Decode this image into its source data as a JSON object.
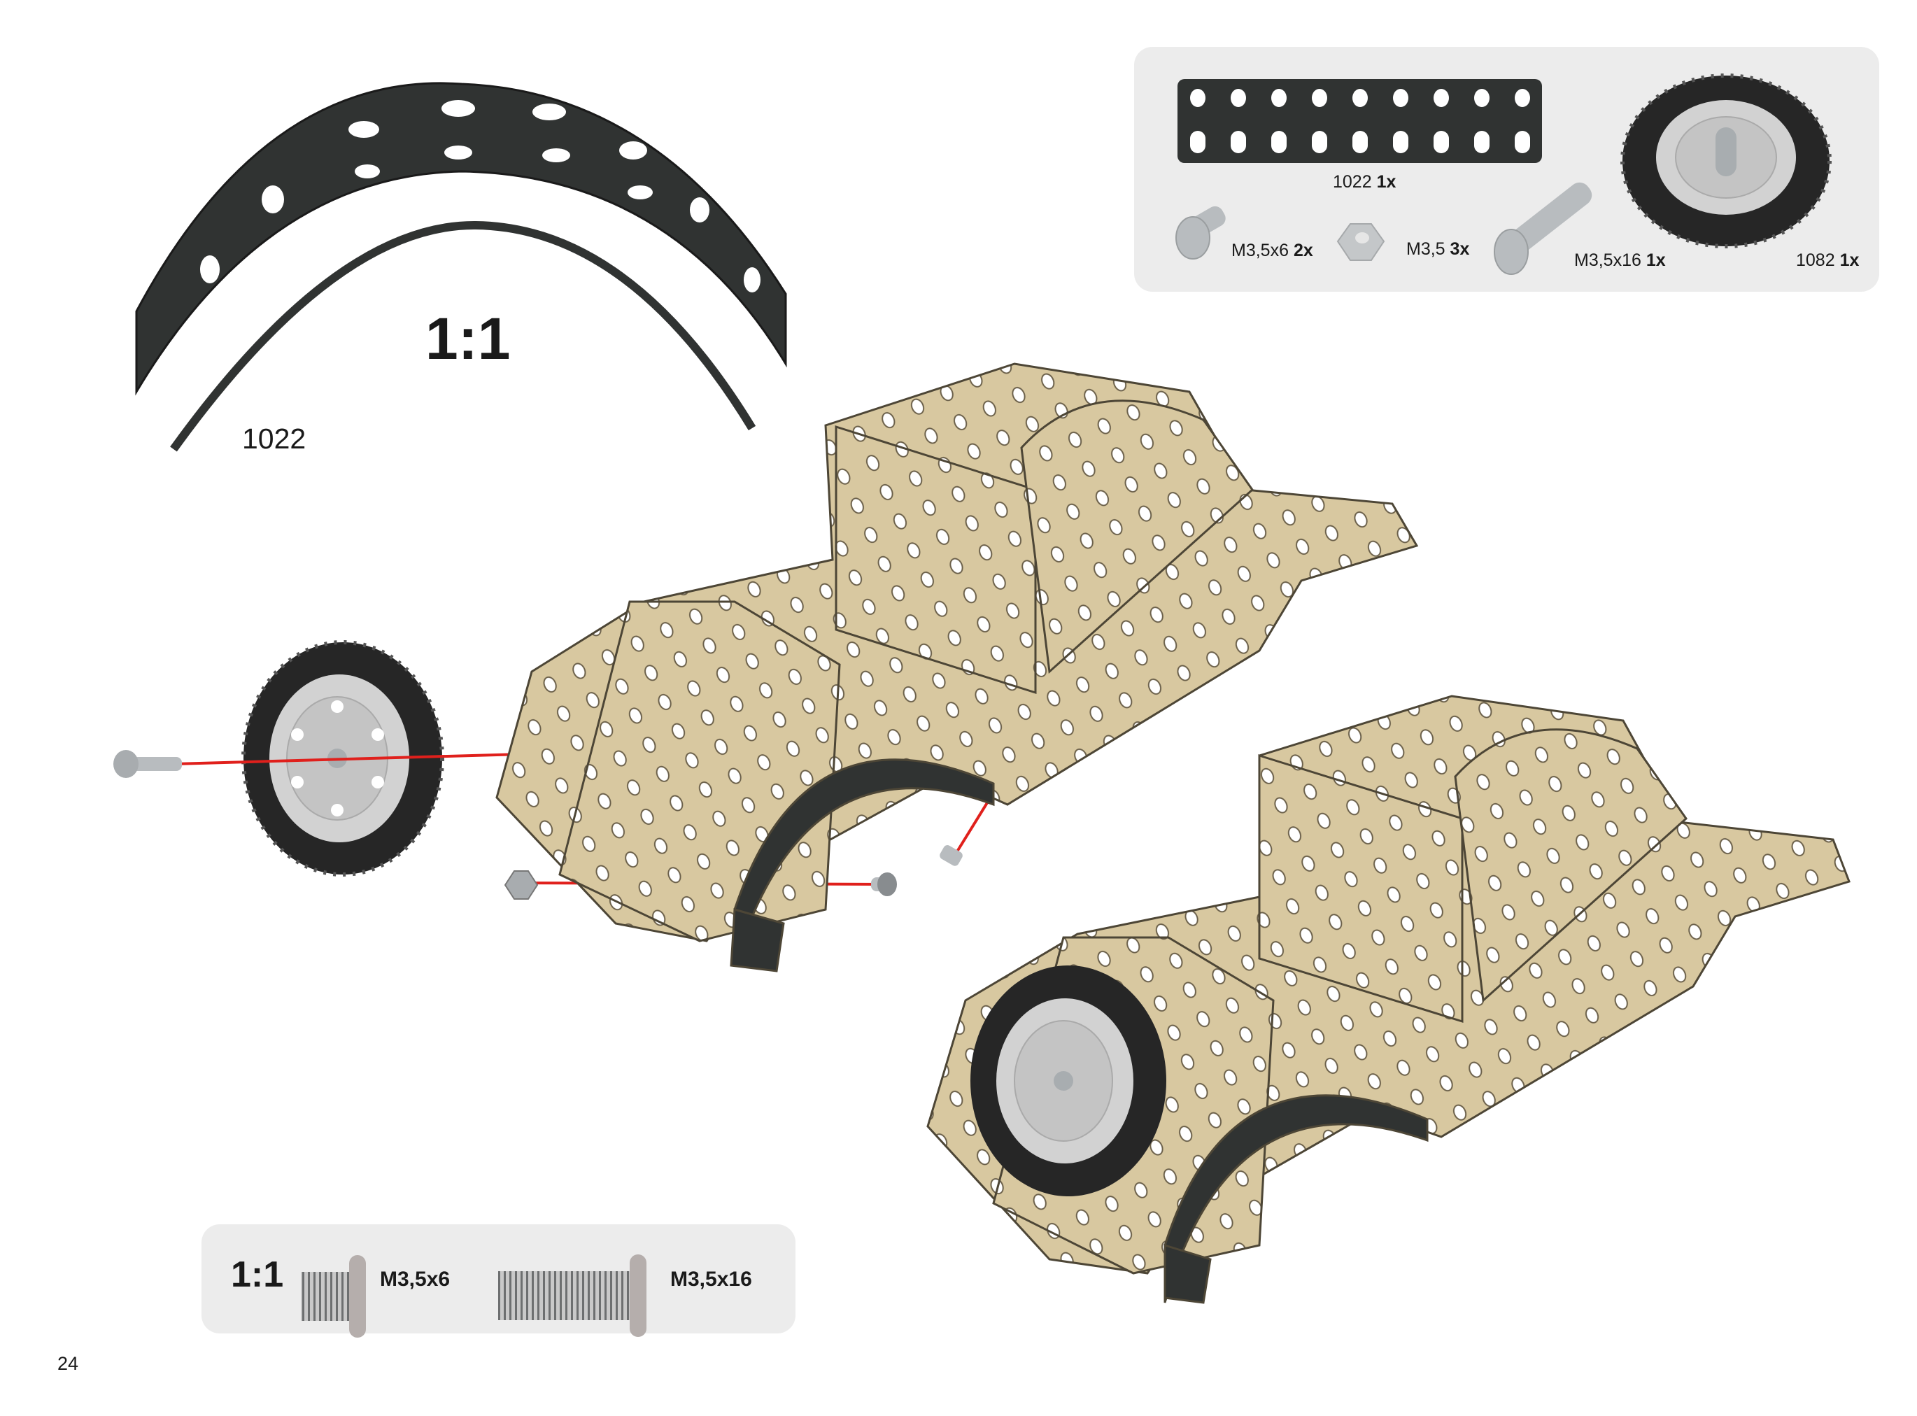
{
  "page_number": "24",
  "template": {
    "scale_label": "1:1",
    "part_number": "1022"
  },
  "parts_panel": {
    "items": [
      {
        "name": "1022",
        "qty": "1x",
        "icon": "perforated-strip-icon"
      },
      {
        "name": "M3,5x6",
        "qty": "2x",
        "icon": "short-screw-icon"
      },
      {
        "name": "M3,5",
        "qty": "3x",
        "icon": "hex-nut-icon"
      },
      {
        "name": "M3,5x16",
        "qty": "1x",
        "icon": "long-screw-icon"
      },
      {
        "name": "1082",
        "qty": "1x",
        "icon": "wheel-icon"
      }
    ]
  },
  "screw_scale_panel": {
    "scale_label": "1:1",
    "screws": [
      {
        "label": "M3,5x6"
      },
      {
        "label": "M3,5x16"
      }
    ]
  },
  "colors": {
    "panel_bg": "#ececec",
    "metal_part": "#d8c8a0",
    "dark_part": "#303332",
    "assembly_line": "#e0201c",
    "screw": "#b8bcbf"
  }
}
